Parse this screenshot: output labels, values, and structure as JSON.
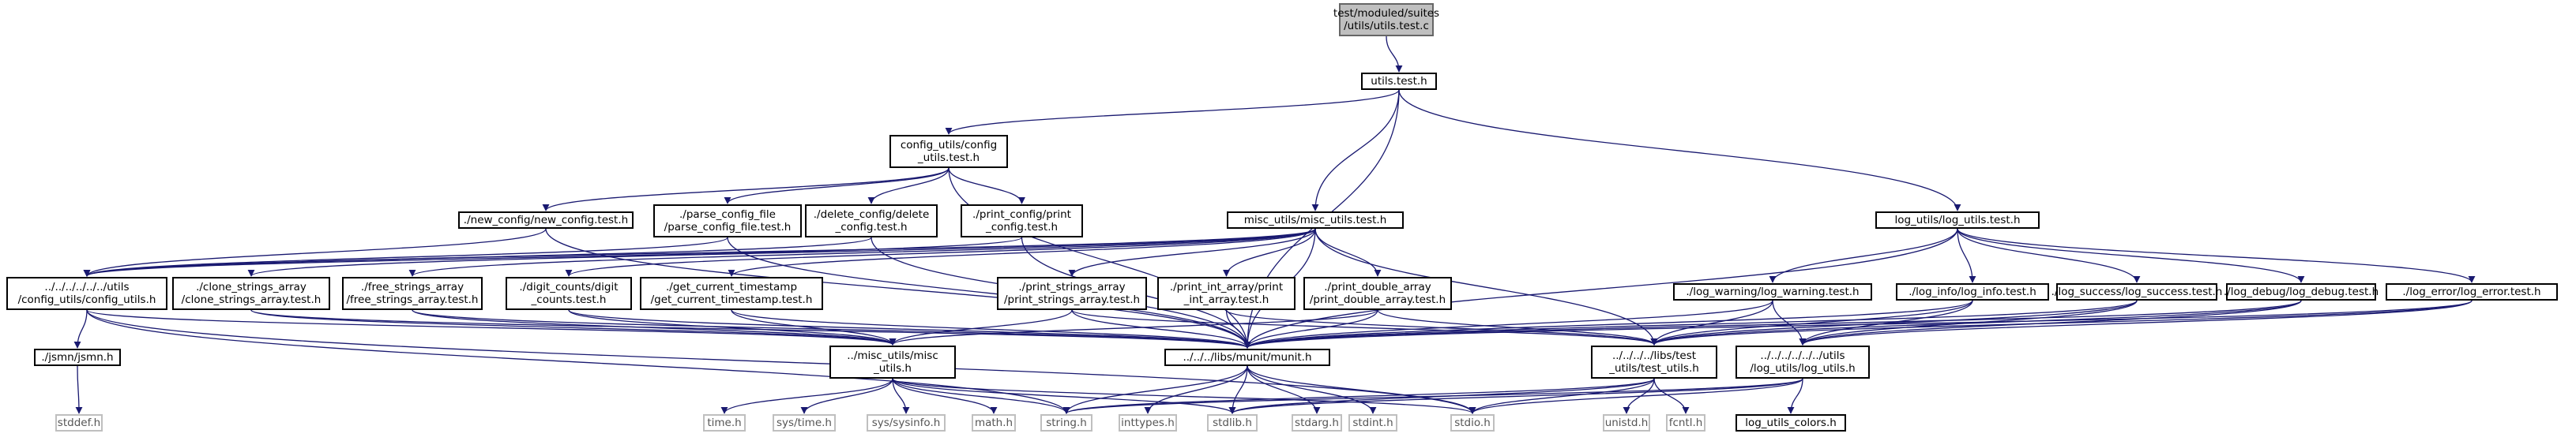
{
  "colors": {
    "edge": "#191970",
    "root_fill": "#bfbfbf",
    "node_border": "#000000",
    "system_border": "#bfbfbf"
  },
  "nodes": [
    {
      "id": "root",
      "kind": "root",
      "lines": [
        "test/moduled/suites",
        "/utils/utils.test.c"
      ]
    },
    {
      "id": "utils_test",
      "kind": "file",
      "lines": [
        "utils.test.h"
      ]
    },
    {
      "id": "config_utils_test",
      "kind": "file",
      "lines": [
        "config_utils/config",
        "_utils.test.h"
      ]
    },
    {
      "id": "misc_utils_test",
      "kind": "file",
      "lines": [
        "misc_utils/misc_utils.test.h"
      ]
    },
    {
      "id": "log_utils_test",
      "kind": "file",
      "lines": [
        "log_utils/log_utils.test.h"
      ]
    },
    {
      "id": "new_config",
      "kind": "file",
      "lines": [
        "./new_config/new_config.test.h"
      ]
    },
    {
      "id": "parse_config",
      "kind": "file",
      "lines": [
        "./parse_config_file",
        "/parse_config_file.test.h"
      ]
    },
    {
      "id": "delete_config",
      "kind": "file",
      "lines": [
        "./delete_config/delete",
        "_config.test.h"
      ]
    },
    {
      "id": "print_config",
      "kind": "file",
      "lines": [
        "./print_config/print",
        "_config.test.h"
      ]
    },
    {
      "id": "config_utils_h",
      "kind": "file",
      "lines": [
        "../../../../../../utils",
        "/config_utils/config_utils.h"
      ]
    },
    {
      "id": "clone_strings",
      "kind": "file",
      "lines": [
        "./clone_strings_array",
        "/clone_strings_array.test.h"
      ]
    },
    {
      "id": "free_strings",
      "kind": "file",
      "lines": [
        "./free_strings_array",
        "/free_strings_array.test.h"
      ]
    },
    {
      "id": "digit_counts",
      "kind": "file",
      "lines": [
        "./digit_counts/digit",
        "_counts.test.h"
      ]
    },
    {
      "id": "get_timestamp",
      "kind": "file",
      "lines": [
        "./get_current_timestamp",
        "/get_current_timestamp.test.h"
      ]
    },
    {
      "id": "print_strings",
      "kind": "file",
      "lines": [
        "./print_strings_array",
        "/print_strings_array.test.h"
      ]
    },
    {
      "id": "print_int",
      "kind": "file",
      "lines": [
        "./print_int_array/print",
        "_int_array.test.h"
      ]
    },
    {
      "id": "print_double",
      "kind": "file",
      "lines": [
        "./print_double_array",
        "/print_double_array.test.h"
      ]
    },
    {
      "id": "log_warning",
      "kind": "file",
      "lines": [
        "./log_warning/log_warning.test.h"
      ]
    },
    {
      "id": "log_info",
      "kind": "file",
      "lines": [
        "./log_info/log_info.test.h"
      ]
    },
    {
      "id": "log_success",
      "kind": "file",
      "lines": [
        "./log_success/log_success.test.h"
      ]
    },
    {
      "id": "log_debug",
      "kind": "file",
      "lines": [
        "./log_debug/log_debug.test.h"
      ]
    },
    {
      "id": "log_error",
      "kind": "file",
      "lines": [
        "./log_error/log_error.test.h"
      ]
    },
    {
      "id": "jsmn",
      "kind": "file",
      "lines": [
        "./jsmn/jsmn.h"
      ]
    },
    {
      "id": "misc_utils_h",
      "kind": "file",
      "lines": [
        "../misc_utils/misc",
        "_utils.h"
      ]
    },
    {
      "id": "munit",
      "kind": "file",
      "lines": [
        "../../../libs/munit/munit.h"
      ]
    },
    {
      "id": "test_utils",
      "kind": "file",
      "lines": [
        "../../../../libs/test",
        "_utils/test_utils.h"
      ]
    },
    {
      "id": "log_utils_h",
      "kind": "file",
      "lines": [
        "../../../../../../utils",
        "/log_utils/log_utils.h"
      ]
    },
    {
      "id": "stddef",
      "kind": "system",
      "lines": [
        "stddef.h"
      ]
    },
    {
      "id": "time",
      "kind": "system",
      "lines": [
        "time.h"
      ]
    },
    {
      "id": "sys_time",
      "kind": "system",
      "lines": [
        "sys/time.h"
      ]
    },
    {
      "id": "sys_sysinfo",
      "kind": "system",
      "lines": [
        "sys/sysinfo.h"
      ]
    },
    {
      "id": "math",
      "kind": "system",
      "lines": [
        "math.h"
      ]
    },
    {
      "id": "string",
      "kind": "system",
      "lines": [
        "string.h"
      ]
    },
    {
      "id": "inttypes",
      "kind": "system",
      "lines": [
        "inttypes.h"
      ]
    },
    {
      "id": "stdlib",
      "kind": "system",
      "lines": [
        "stdlib.h"
      ]
    },
    {
      "id": "stdarg",
      "kind": "system",
      "lines": [
        "stdarg.h"
      ]
    },
    {
      "id": "stdint",
      "kind": "system",
      "lines": [
        "stdint.h"
      ]
    },
    {
      "id": "stdio",
      "kind": "system",
      "lines": [
        "stdio.h"
      ]
    },
    {
      "id": "unistd",
      "kind": "system",
      "lines": [
        "unistd.h"
      ]
    },
    {
      "id": "fcntl",
      "kind": "system",
      "lines": [
        "fcntl.h"
      ]
    },
    {
      "id": "log_utils_colors",
      "kind": "file",
      "lines": [
        "log_utils_colors.h"
      ]
    }
  ],
  "edges": [
    [
      "root",
      "utils_test"
    ],
    [
      "utils_test",
      "config_utils_test"
    ],
    [
      "utils_test",
      "misc_utils_test"
    ],
    [
      "utils_test",
      "log_utils_test"
    ],
    [
      "utils_test",
      "munit"
    ],
    [
      "config_utils_test",
      "new_config"
    ],
    [
      "config_utils_test",
      "parse_config"
    ],
    [
      "config_utils_test",
      "delete_config"
    ],
    [
      "config_utils_test",
      "print_config"
    ],
    [
      "config_utils_test",
      "munit"
    ],
    [
      "new_config",
      "config_utils_h"
    ],
    [
      "new_config",
      "munit"
    ],
    [
      "parse_config",
      "config_utils_h"
    ],
    [
      "parse_config",
      "munit"
    ],
    [
      "delete_config",
      "config_utils_h"
    ],
    [
      "delete_config",
      "munit"
    ],
    [
      "print_config",
      "config_utils_h"
    ],
    [
      "print_config",
      "munit"
    ],
    [
      "misc_utils_test",
      "config_utils_h"
    ],
    [
      "misc_utils_test",
      "clone_strings"
    ],
    [
      "misc_utils_test",
      "free_strings"
    ],
    [
      "misc_utils_test",
      "digit_counts"
    ],
    [
      "misc_utils_test",
      "get_timestamp"
    ],
    [
      "misc_utils_test",
      "print_strings"
    ],
    [
      "misc_utils_test",
      "print_int"
    ],
    [
      "misc_utils_test",
      "print_double"
    ],
    [
      "misc_utils_test",
      "munit"
    ],
    [
      "misc_utils_test",
      "test_utils"
    ],
    [
      "clone_strings",
      "misc_utils_h"
    ],
    [
      "clone_strings",
      "munit"
    ],
    [
      "free_strings",
      "misc_utils_h"
    ],
    [
      "free_strings",
      "munit"
    ],
    [
      "digit_counts",
      "misc_utils_h"
    ],
    [
      "digit_counts",
      "munit"
    ],
    [
      "get_timestamp",
      "misc_utils_h"
    ],
    [
      "get_timestamp",
      "munit"
    ],
    [
      "print_strings",
      "misc_utils_h"
    ],
    [
      "print_strings",
      "munit"
    ],
    [
      "print_strings",
      "test_utils"
    ],
    [
      "print_int",
      "munit"
    ],
    [
      "print_int",
      "test_utils"
    ],
    [
      "print_double",
      "misc_utils_h"
    ],
    [
      "print_double",
      "munit"
    ],
    [
      "print_double",
      "test_utils"
    ],
    [
      "log_utils_test",
      "munit"
    ],
    [
      "log_utils_test",
      "log_warning"
    ],
    [
      "log_utils_test",
      "log_info"
    ],
    [
      "log_utils_test",
      "log_success"
    ],
    [
      "log_utils_test",
      "log_debug"
    ],
    [
      "log_utils_test",
      "log_error"
    ],
    [
      "log_warning",
      "munit"
    ],
    [
      "log_warning",
      "test_utils"
    ],
    [
      "log_warning",
      "log_utils_h"
    ],
    [
      "log_info",
      "munit"
    ],
    [
      "log_info",
      "test_utils"
    ],
    [
      "log_info",
      "log_utils_h"
    ],
    [
      "log_success",
      "munit"
    ],
    [
      "log_success",
      "test_utils"
    ],
    [
      "log_success",
      "log_utils_h"
    ],
    [
      "log_debug",
      "munit"
    ],
    [
      "log_debug",
      "test_utils"
    ],
    [
      "log_debug",
      "log_utils_h"
    ],
    [
      "log_error",
      "munit"
    ],
    [
      "log_error",
      "test_utils"
    ],
    [
      "log_error",
      "log_utils_h"
    ],
    [
      "config_utils_h",
      "jsmn"
    ],
    [
      "config_utils_h",
      "misc_utils_h"
    ],
    [
      "config_utils_h",
      "string"
    ],
    [
      "config_utils_h",
      "stdio"
    ],
    [
      "jsmn",
      "stddef"
    ],
    [
      "misc_utils_h",
      "time"
    ],
    [
      "misc_utils_h",
      "sys_time"
    ],
    [
      "misc_utils_h",
      "sys_sysinfo"
    ],
    [
      "misc_utils_h",
      "math"
    ],
    [
      "misc_utils_h",
      "string"
    ],
    [
      "misc_utils_h",
      "stdlib"
    ],
    [
      "misc_utils_h",
      "stdio"
    ],
    [
      "munit",
      "string"
    ],
    [
      "munit",
      "inttypes"
    ],
    [
      "munit",
      "stdlib"
    ],
    [
      "munit",
      "stdarg"
    ],
    [
      "munit",
      "stdint"
    ],
    [
      "munit",
      "stdio"
    ],
    [
      "test_utils",
      "string"
    ],
    [
      "test_utils",
      "stdlib"
    ],
    [
      "test_utils",
      "stdio"
    ],
    [
      "test_utils",
      "unistd"
    ],
    [
      "test_utils",
      "fcntl"
    ],
    [
      "log_utils_h",
      "log_utils_colors"
    ],
    [
      "log_utils_h",
      "stdio"
    ],
    [
      "log_utils_h",
      "stdlib"
    ],
    [
      "log_utils_h",
      "string"
    ]
  ]
}
